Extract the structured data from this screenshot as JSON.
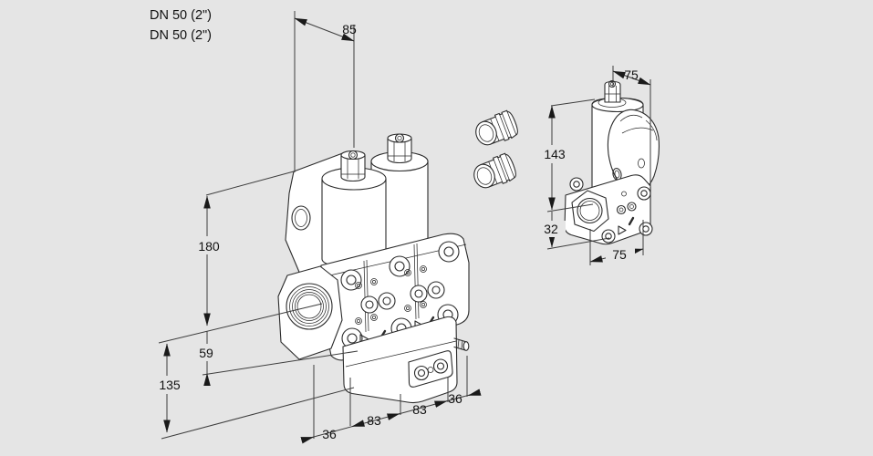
{
  "drawing": {
    "description": "isometric technical dimensional drawing of a double solenoid gas valve with side view of single valve",
    "colors": {
      "background": "#e5e5e5",
      "line": "#2b2b2b",
      "dimension_line": "#3d3d3d",
      "text": "#111111",
      "fill": "#ffffff"
    }
  },
  "labels": {
    "dn1": "DN 50 (2\")",
    "dn2": "DN 50 (2\")"
  },
  "dims": {
    "d85": "85",
    "d180": "180",
    "d59": "59",
    "d135": "135",
    "d36_left": "36",
    "d83_left": "83",
    "d83_right": "83",
    "d36_right": "36",
    "d75_top": "75",
    "d143": "143",
    "d32": "32",
    "d75_bottom": "75"
  }
}
